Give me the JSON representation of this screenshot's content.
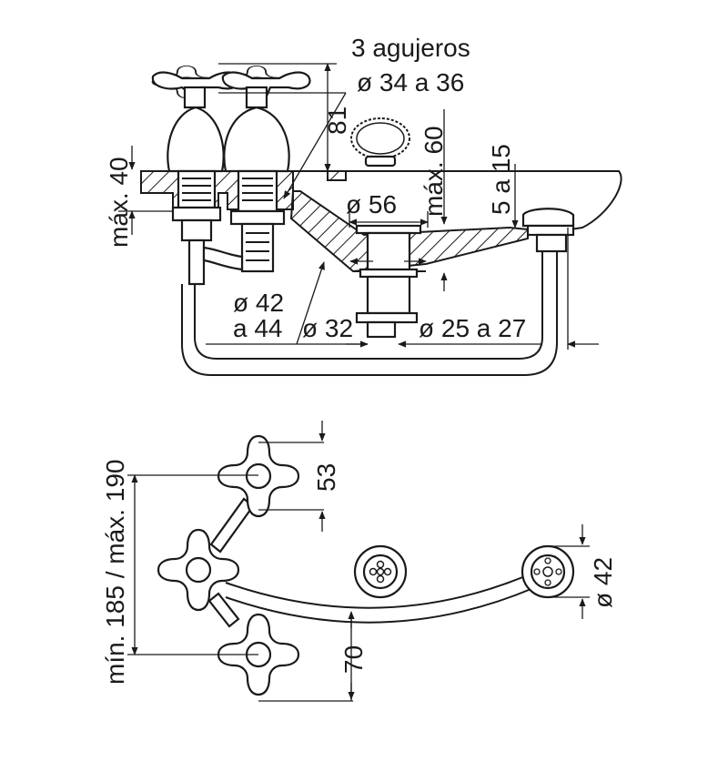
{
  "dimensions": {
    "holes": "3 agujeros",
    "hole_diameter": "ø 34 a 36",
    "handle_height": "81",
    "max_thickness": "máx. 40",
    "max_depth": "máx. 60",
    "rim_offset": "5 a 15",
    "drain_diameter": "ø 56",
    "spout_base_line1": "ø 42",
    "spout_base_line2": "a 44",
    "pipe_diameter": "ø 32",
    "pipe_offset": "ø 25 a 27",
    "center_distance": "mín. 185 / máx. 190",
    "handle_spacing_top": "53",
    "handle_spacing_bottom": "70",
    "overflow_diameter": "ø 42"
  },
  "colors": {
    "line": "#1a1a1a",
    "background": "#ffffff"
  },
  "icons": [
    "cross-handle-icon",
    "drain-grate-icon",
    "overflow-icon",
    "chain-plug-icon"
  ]
}
